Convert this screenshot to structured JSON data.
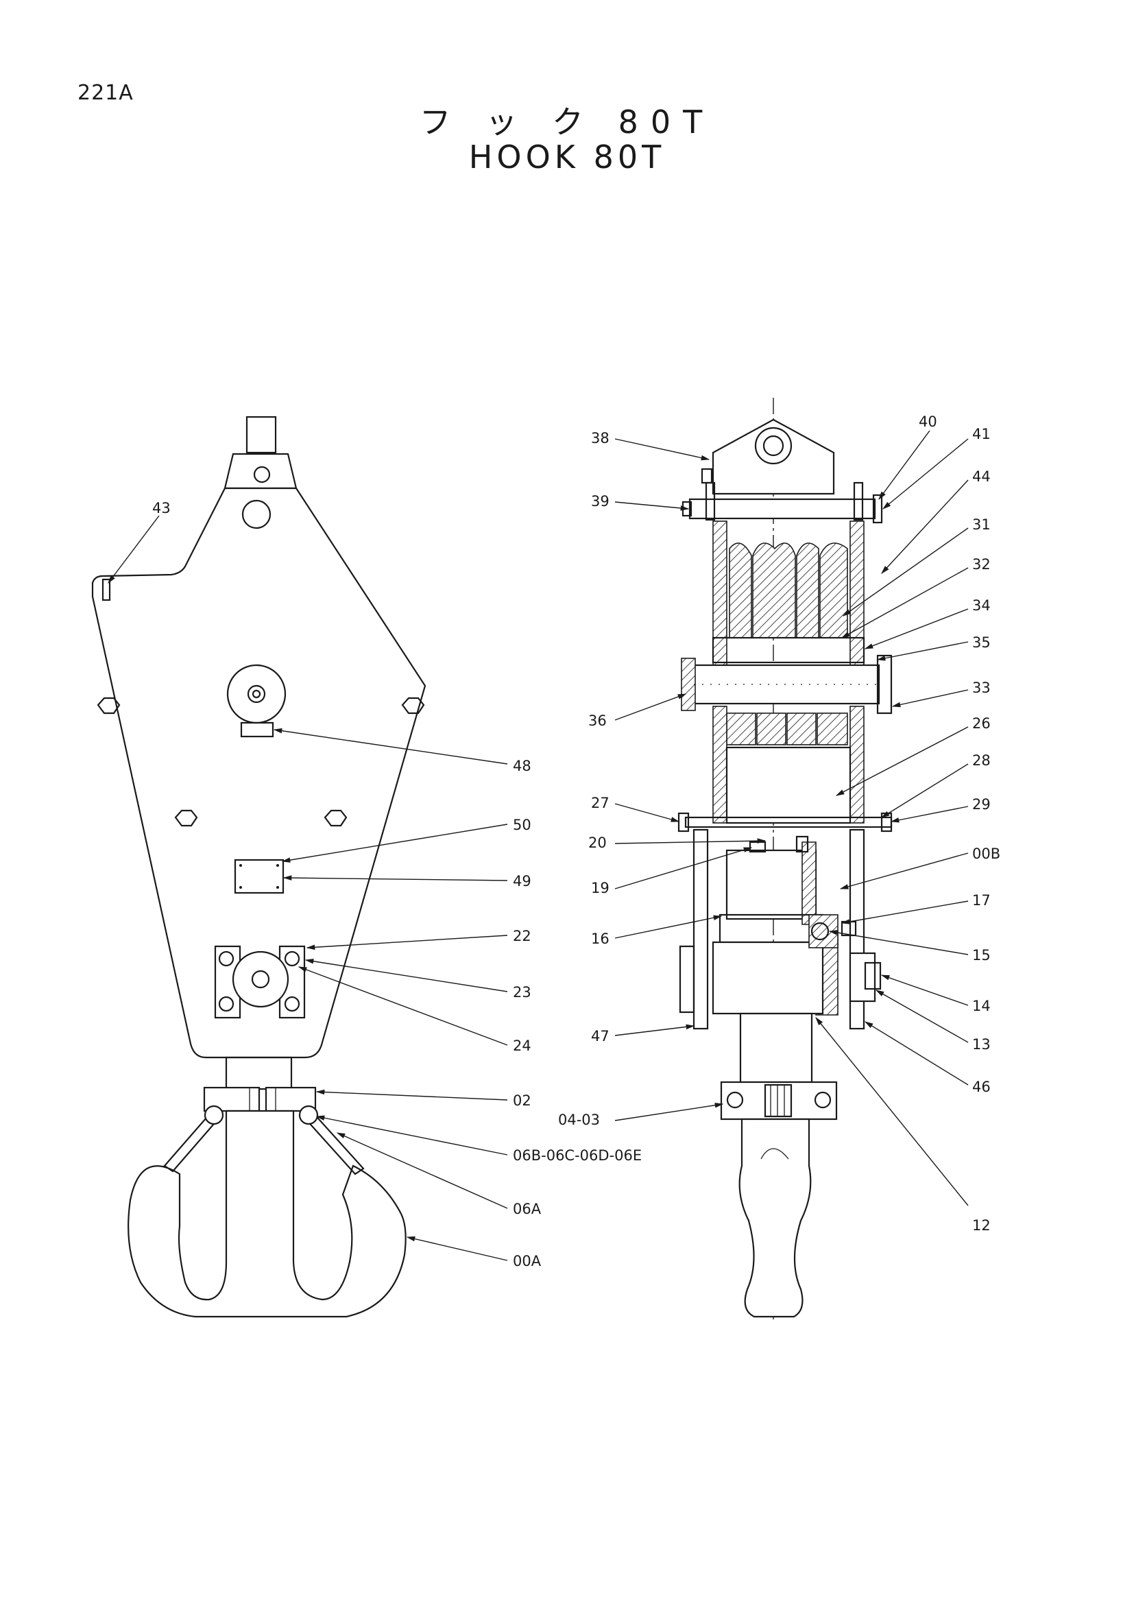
{
  "page_code": "221A",
  "title_jp": "フ ッ ク 80T",
  "title_en": "HOOK 80T",
  "callouts": {
    "c43": "43",
    "c48": "48",
    "c50": "50",
    "c49": "49",
    "c22": "22",
    "c23": "23",
    "c24": "24",
    "c02": "02",
    "c06bcde": "06B-06C-06D-06E",
    "c06a": "06A",
    "c00a": "00A",
    "c38": "38",
    "c39": "39",
    "c36": "36",
    "c27": "27",
    "c20": "20",
    "c19": "19",
    "c16": "16",
    "c47": "47",
    "c0403": "04-03",
    "c40": "40",
    "c41": "41",
    "c44": "44",
    "c31": "31",
    "c32": "32",
    "c34": "34",
    "c35": "35",
    "c33": "33",
    "c26": "26",
    "c28": "28",
    "c29": "29",
    "c00b": "00B",
    "c17": "17",
    "c15": "15",
    "c14": "14",
    "c13": "13",
    "c46": "46",
    "c12": "12"
  }
}
